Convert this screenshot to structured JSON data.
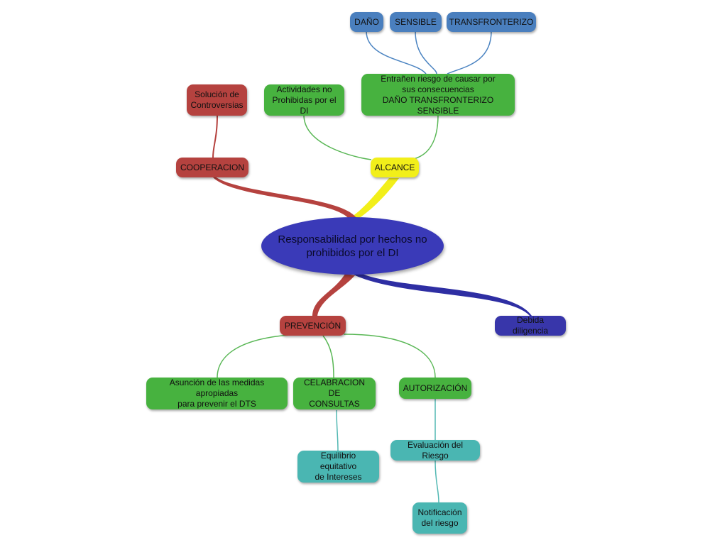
{
  "colors": {
    "root": "#3a3ab8",
    "red": "#b5423f",
    "green": "#47b23f",
    "yellow": "#f2ef1a",
    "steel": "#4a7fbe",
    "teal": "#4ab6b2",
    "navy": "#3836aa",
    "link_green": "#59b755",
    "link_blue": "#4a83c1",
    "link_teal": "#52b8b3",
    "link_navy": "#2e2ea3"
  },
  "nodes": {
    "root": "Responsabilidad por hechos no\nprohibidos por el DI",
    "dano": "DAÑO",
    "sensible": "SENSIBLE",
    "transfronterizo": "TRANSFRONTERIZO",
    "solucion": "Solución de\nControversias",
    "actividades": "Actividades no\nProhibidas por el DI",
    "entranen": "Entrañen riesgo de causar por\nsus consecuencias\nDAÑO TRANSFRONTERIZO SENSIBLE",
    "cooperacion": "COOPERACION",
    "alcance": "ALCANCE",
    "prevencion": "PREVENCIÓN",
    "debida": "Debida diligencia",
    "asuncion": "Asunción de las medidas apropiadas\npara prevenir el DTS",
    "celebracion": "CELABRACION DE\nCONSULTAS",
    "autorizacion": "AUTORIZACIÓN",
    "equilibrio": "Equilibrio equitativo\nde Intereses",
    "evaluacion": "Evaluación del Riesgo",
    "notificacion": "Notificación\ndel riesgo"
  }
}
